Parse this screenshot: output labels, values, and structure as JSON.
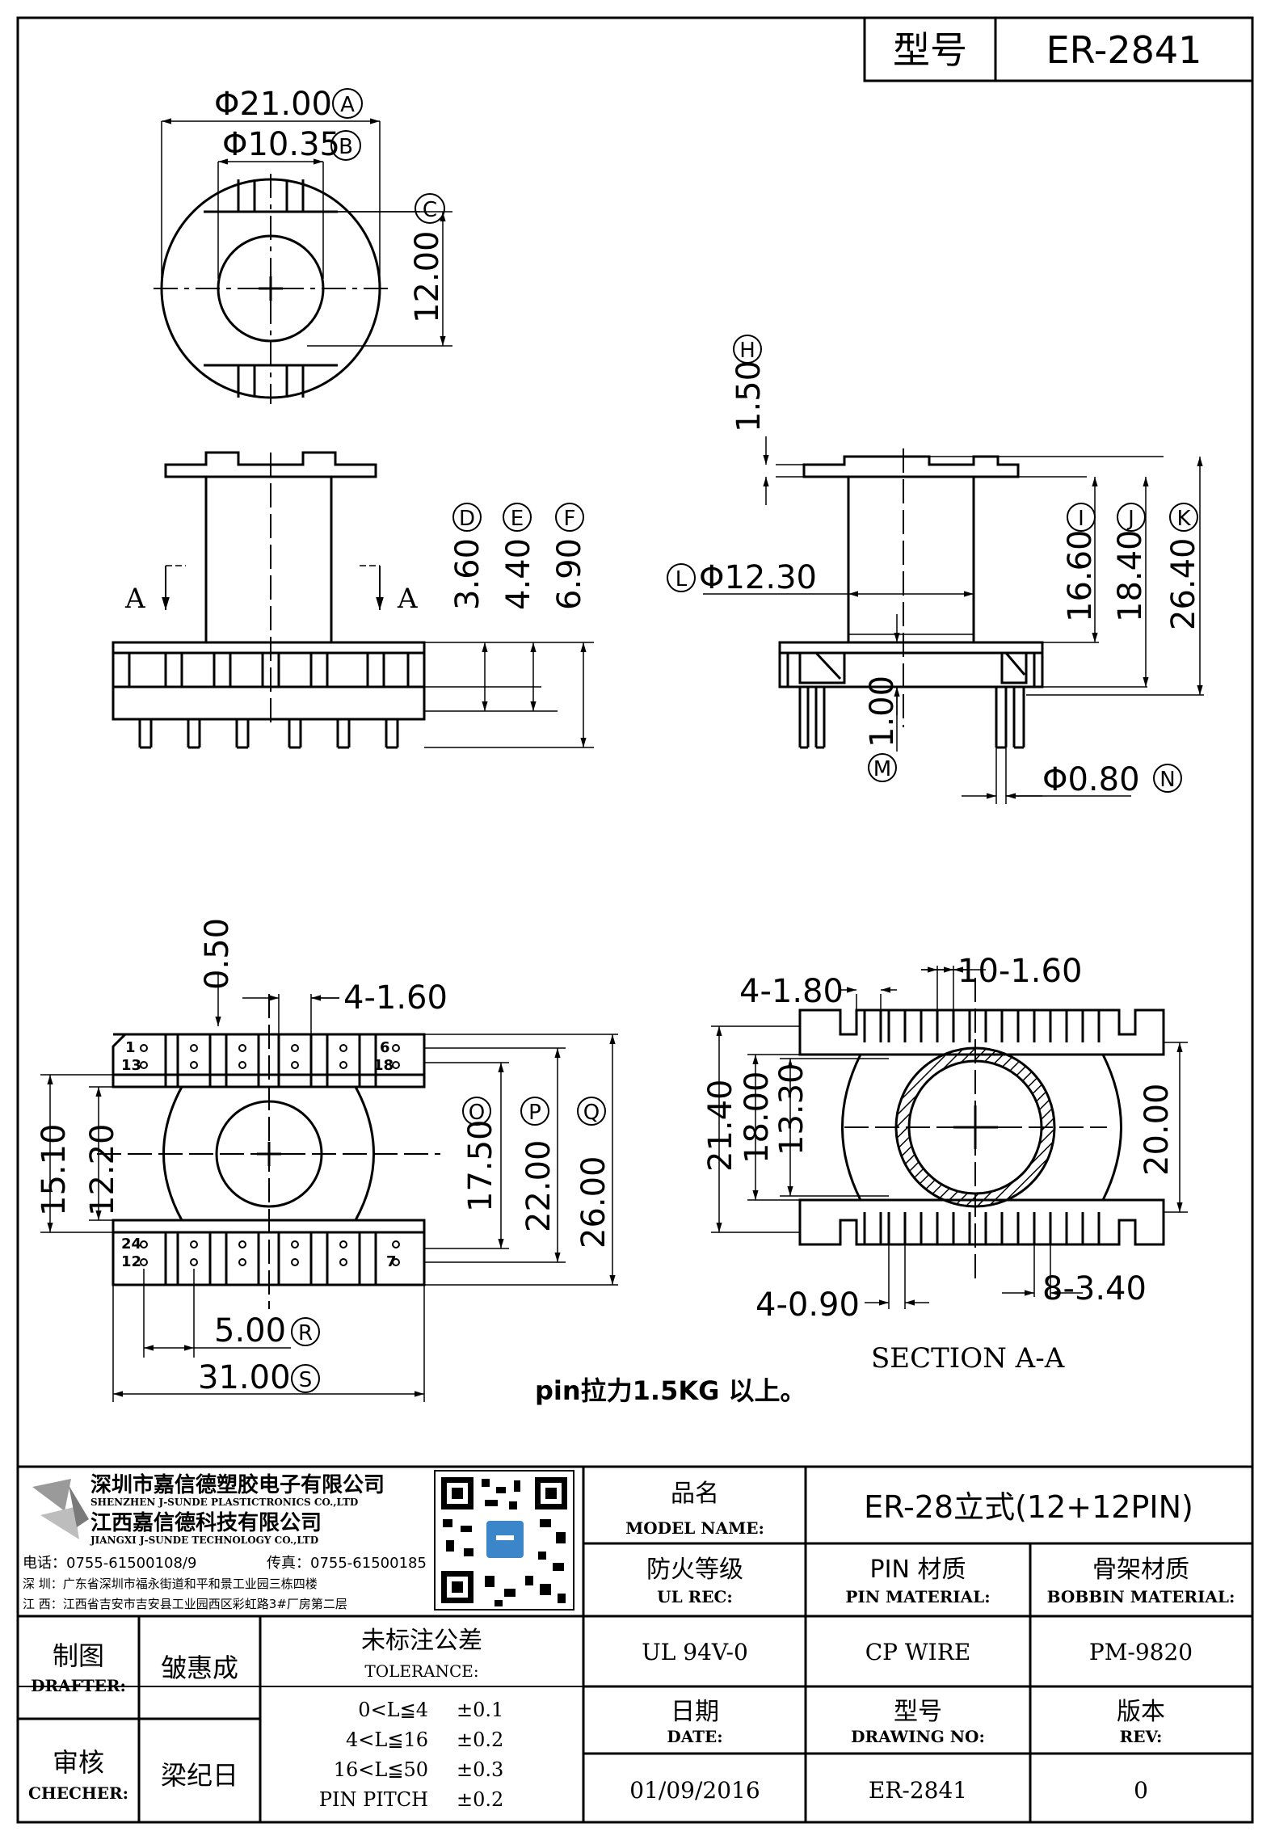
{
  "model_box": {
    "label": "型号",
    "value": "ER-2841"
  },
  "dims": {
    "A": "Φ21.00",
    "B": "Φ10.35",
    "C": "12.00",
    "D": "3.60",
    "E": "4.40",
    "F": "6.90",
    "H": "1.50",
    "I": "16.60",
    "J": "18.40",
    "K": "26.40",
    "L": "Φ12.30",
    "M": "1.00",
    "N": "Φ0.80",
    "top_050": "0.50",
    "top_4_160": "4-1.60",
    "left_1510": "15.10",
    "left_1220": "12.20",
    "O": "17.50",
    "P": "22.00",
    "Q": "26.00",
    "R": "5.00",
    "S": "31.00",
    "sec_4_180": "4-1.80",
    "sec_10_160": "10-1.60",
    "sec_2140": "21.40",
    "sec_1800": "18.00",
    "sec_1330": "13.30",
    "sec_2000": "20.00",
    "sec_4_090": "4-0.90",
    "sec_8_340": "8-3.40"
  },
  "circles": {
    "A": "A",
    "B": "B",
    "C": "C",
    "D": "D",
    "E": "E",
    "F": "F",
    "H": "H",
    "I": "I",
    "J": "J",
    "K": "K",
    "L": "L",
    "M": "M",
    "N": "N",
    "O": "O",
    "P": "P",
    "Q": "Q",
    "R": "R",
    "S": "S"
  },
  "section": {
    "mark_left": "A",
    "mark_right": "A",
    "title": "SECTION A-A"
  },
  "pins": {
    "p1": "1",
    "p13": "13",
    "p6": "6",
    "p18": "18",
    "p24": "24",
    "p12": "12",
    "p7": "7"
  },
  "note": "pin拉力1.5KG 以上。",
  "company": {
    "name_cn1": "深圳市嘉信德塑胶电子有限公司",
    "name_en1": "SHENZHEN J-SUNDE PLASTICTRONICS CO.,LTD",
    "name_cn2": "江西嘉信德科技有限公司",
    "name_en2": "JIANGXI J-SUNDE TECHNOLOGY CO.,LTD",
    "tel": "电话：0755-61500108/9",
    "fax": "传真：0755-61500185",
    "addr_sz": "深 圳：广东省深圳市福永街道和平和景工业园三栋四楼",
    "addr_jx": "江 西：江西省吉安市吉安县工业园西区彩虹路3#厂房第二层"
  },
  "title_block": {
    "model_name_cn": "品名",
    "model_name_en": "MODEL NAME:",
    "model_name_value": "ER-28立式(12+12PIN)",
    "ul_cn": "防火等级",
    "ul_en": "UL REC:",
    "ul_value": "UL 94V-0",
    "pin_cn": "PIN 材质",
    "pin_en": "PIN MATERIAL:",
    "pin_value": "CP WIRE",
    "bobbin_cn": "骨架材质",
    "bobbin_en": "BOBBIN MATERIAL:",
    "bobbin_value": "PM-9820",
    "drafter_cn": "制图",
    "drafter_en": "DRAFTER:",
    "drafter_value": "皱惠成",
    "checker_cn": "审核",
    "checker_en": "CHECHER:",
    "checker_value": "梁纪日",
    "tol_cn": "未标注公差",
    "tol_en": "TOLERANCE:",
    "tol_rows": [
      {
        "range": "0<L≦4",
        "tol": "±0.1"
      },
      {
        "range": "4<L≦16",
        "tol": "±0.2"
      },
      {
        "range": "16<L≦50",
        "tol": "±0.3"
      },
      {
        "range": "PIN PITCH",
        "tol": "±0.2"
      }
    ],
    "date_cn": "日期",
    "date_en": "DATE:",
    "date_value": "01/09/2016",
    "drawing_cn": "型号",
    "drawing_en": "DRAWING NO:",
    "drawing_value": "ER-2841",
    "rev_cn": "版本",
    "rev_en": "REV:",
    "rev_value": "0"
  },
  "colors": {
    "ink": "#000000",
    "qr_badge": "#3a86c8"
  }
}
